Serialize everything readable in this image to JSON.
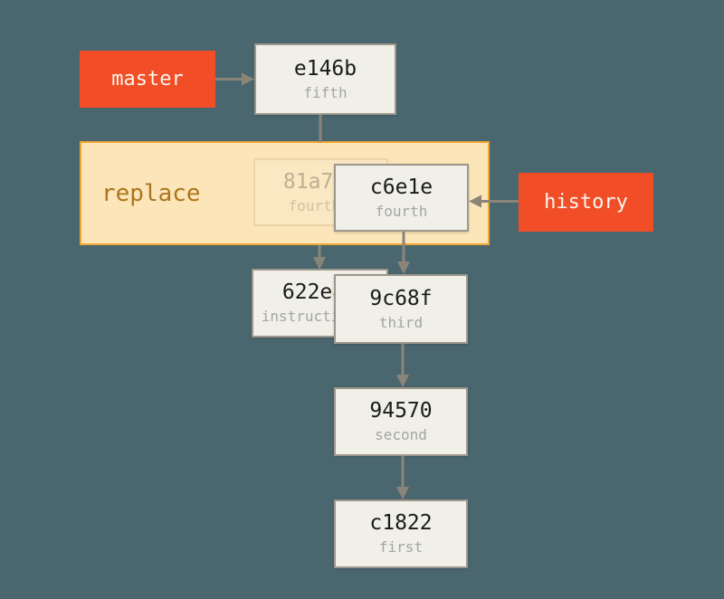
{
  "canvas": {
    "background_color": "#4A6770",
    "description": "Git commit history diagram showing a replaced commit inside a replace region"
  },
  "branch_labels": {
    "master": "master",
    "history": "history"
  },
  "replace_region": {
    "label": "replace"
  },
  "commits": {
    "fifth": {
      "hash": "e146b",
      "message": "fifth"
    },
    "replaced": {
      "hash": "81a70",
      "message": "fourth"
    },
    "replacement": {
      "hash": "c6e1e",
      "message": "fourth"
    },
    "base": {
      "hash": "622e8",
      "message": "instructions"
    },
    "third": {
      "hash": "9c68f",
      "message": "third"
    },
    "second": {
      "hash": "94570",
      "message": "second"
    },
    "first": {
      "hash": "c1822",
      "message": "first"
    }
  },
  "colors": {
    "background": "#4A6770",
    "branch_label_bg": "#F14E27",
    "branch_label_text": "#FAF6EE",
    "commit_box_bg": "#F0EFE8",
    "commit_box_border": "#9E978C",
    "commit_hash_text": "#1B1B1B",
    "commit_message_text": "#A5A5A5",
    "replace_box_bg": "#FBE5B9",
    "replace_box_border": "#F0A633",
    "replace_label_text": "#AC761E",
    "faded_commit_bg": "#FAE8C3",
    "faded_commit_border": "#EBD5A8",
    "faded_hash_text": "#BFAE92",
    "faded_message_text": "#D3C19E",
    "arrow": "#8B8478"
  }
}
